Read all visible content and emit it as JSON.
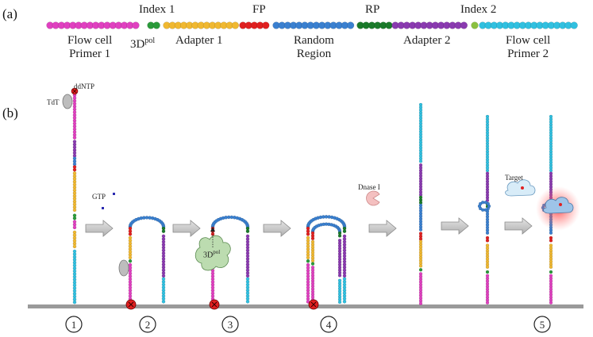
{
  "panel_a": {
    "letter": "(a)",
    "labels": {
      "index1": "Index 1",
      "fp": "FP",
      "rp": "RP",
      "index2": "Index 2",
      "fc1_line1": "Flow cell",
      "fc1_line2": "Primer 1",
      "pol_base": "3D",
      "pol_sup": "pol",
      "adapter1": "Adapter 1",
      "random_line1": "Random",
      "random_line2": "Region",
      "adapter2": "Adapter 2",
      "fc2_line1": "Flow cell",
      "fc2_line2": "Primer 2"
    }
  },
  "panel_b": {
    "letter": "(b)",
    "labels": {
      "tdt": "TdT",
      "ddntp": "ddNTP",
      "gtp": "GTP",
      "pol_base": "3D",
      "pol_sup": "pol",
      "dnase": "Dnase I",
      "target": "Target"
    },
    "steps": [
      "1",
      "2",
      "3",
      "4",
      "5"
    ]
  },
  "colors": {
    "flow_cell_primer_1": "#e040c0",
    "three_d_pol": "#2a2ab0",
    "index_1": "#2a9a3a",
    "adapter_1": "#f0b830",
    "fp": "#e02020",
    "random_region": "#3a80d0",
    "rp": "#1a7a2a",
    "adapter_2": "#8a3ab0",
    "index_2": "#8ac040",
    "flow_cell_primer_2": "#30c0e0",
    "surface": "#9a9a9a",
    "arrow": "#c8c8c8",
    "stop_marker": "#e02020"
  }
}
